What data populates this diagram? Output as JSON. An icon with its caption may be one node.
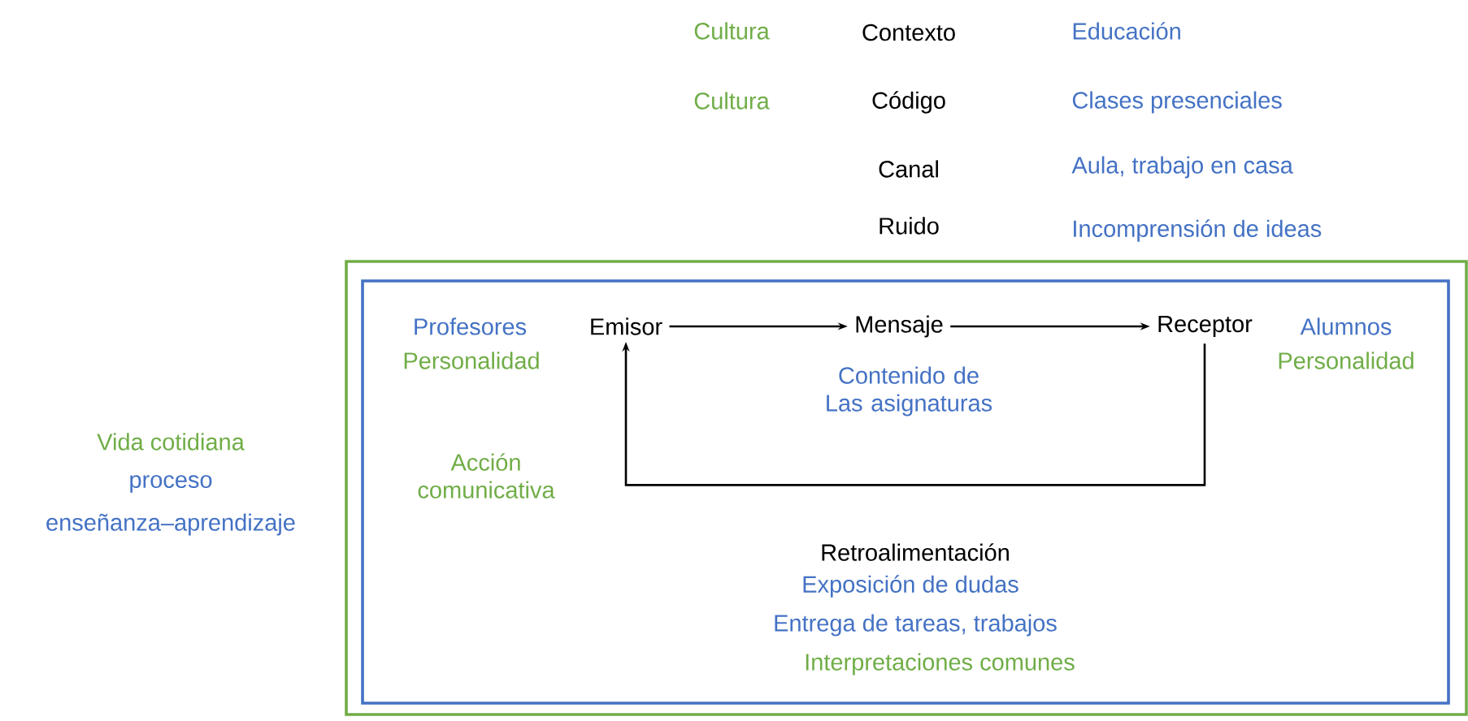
{
  "diagram": {
    "nodes": [
      {
        "text": [],
        "shape": "box"
      },
      {
        "text": [],
        "shape": "box",
        "in": 0
      },
      {
        "text": [
          "Emisor"
        ],
        "in": 1,
        "beside": [
          "Profesores",
          "Personalidad"
        ]
      },
      {
        "text": [
          "Mensaje"
        ],
        "in": 1,
        "beside": [
          "Contenido de Las asignaturas"
        ]
      },
      {
        "text": [
          "Receptor"
        ],
        "in": 1,
        "beside": [
          "Alumnos",
          "Personalidad"
        ]
      }
    ],
    "edges": [
      {
        "from": 2,
        "to": 3,
        "arrow": "to"
      },
      {
        "from": 3,
        "to": 4,
        "arrow": "to"
      },
      {
        "from": 4,
        "to": 2,
        "arrow": "to",
        "label": "Retroalimentación"
      }
    ],
    "labels": [
      "Cultura",
      "Contexto",
      "Educación",
      "Cultura",
      "Código",
      "Clases presenciales",
      "Canal",
      "Aula, trabajo en casa",
      "Ruido",
      "Incomprensión de ideas",
      "Vida cotidiana",
      "proceso",
      "enseñanza–aprendizaje",
      "Acción comunicativa",
      "Exposición de dudas",
      "Entrega de tareas, trabajos",
      "Interpretaciones comunes"
    ]
  }
}
